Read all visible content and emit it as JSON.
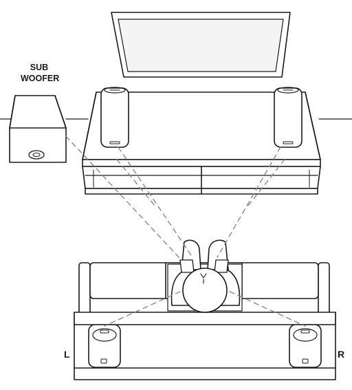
{
  "labels": {
    "sub_line1": "SUB",
    "sub_line2": "WOOFER",
    "left": "L",
    "right": "R"
  },
  "colors": {
    "stroke": "#1a1a1a",
    "dash": "#8a8a8a",
    "fill": "#ffffff",
    "screen": "#f4f4f4"
  }
}
